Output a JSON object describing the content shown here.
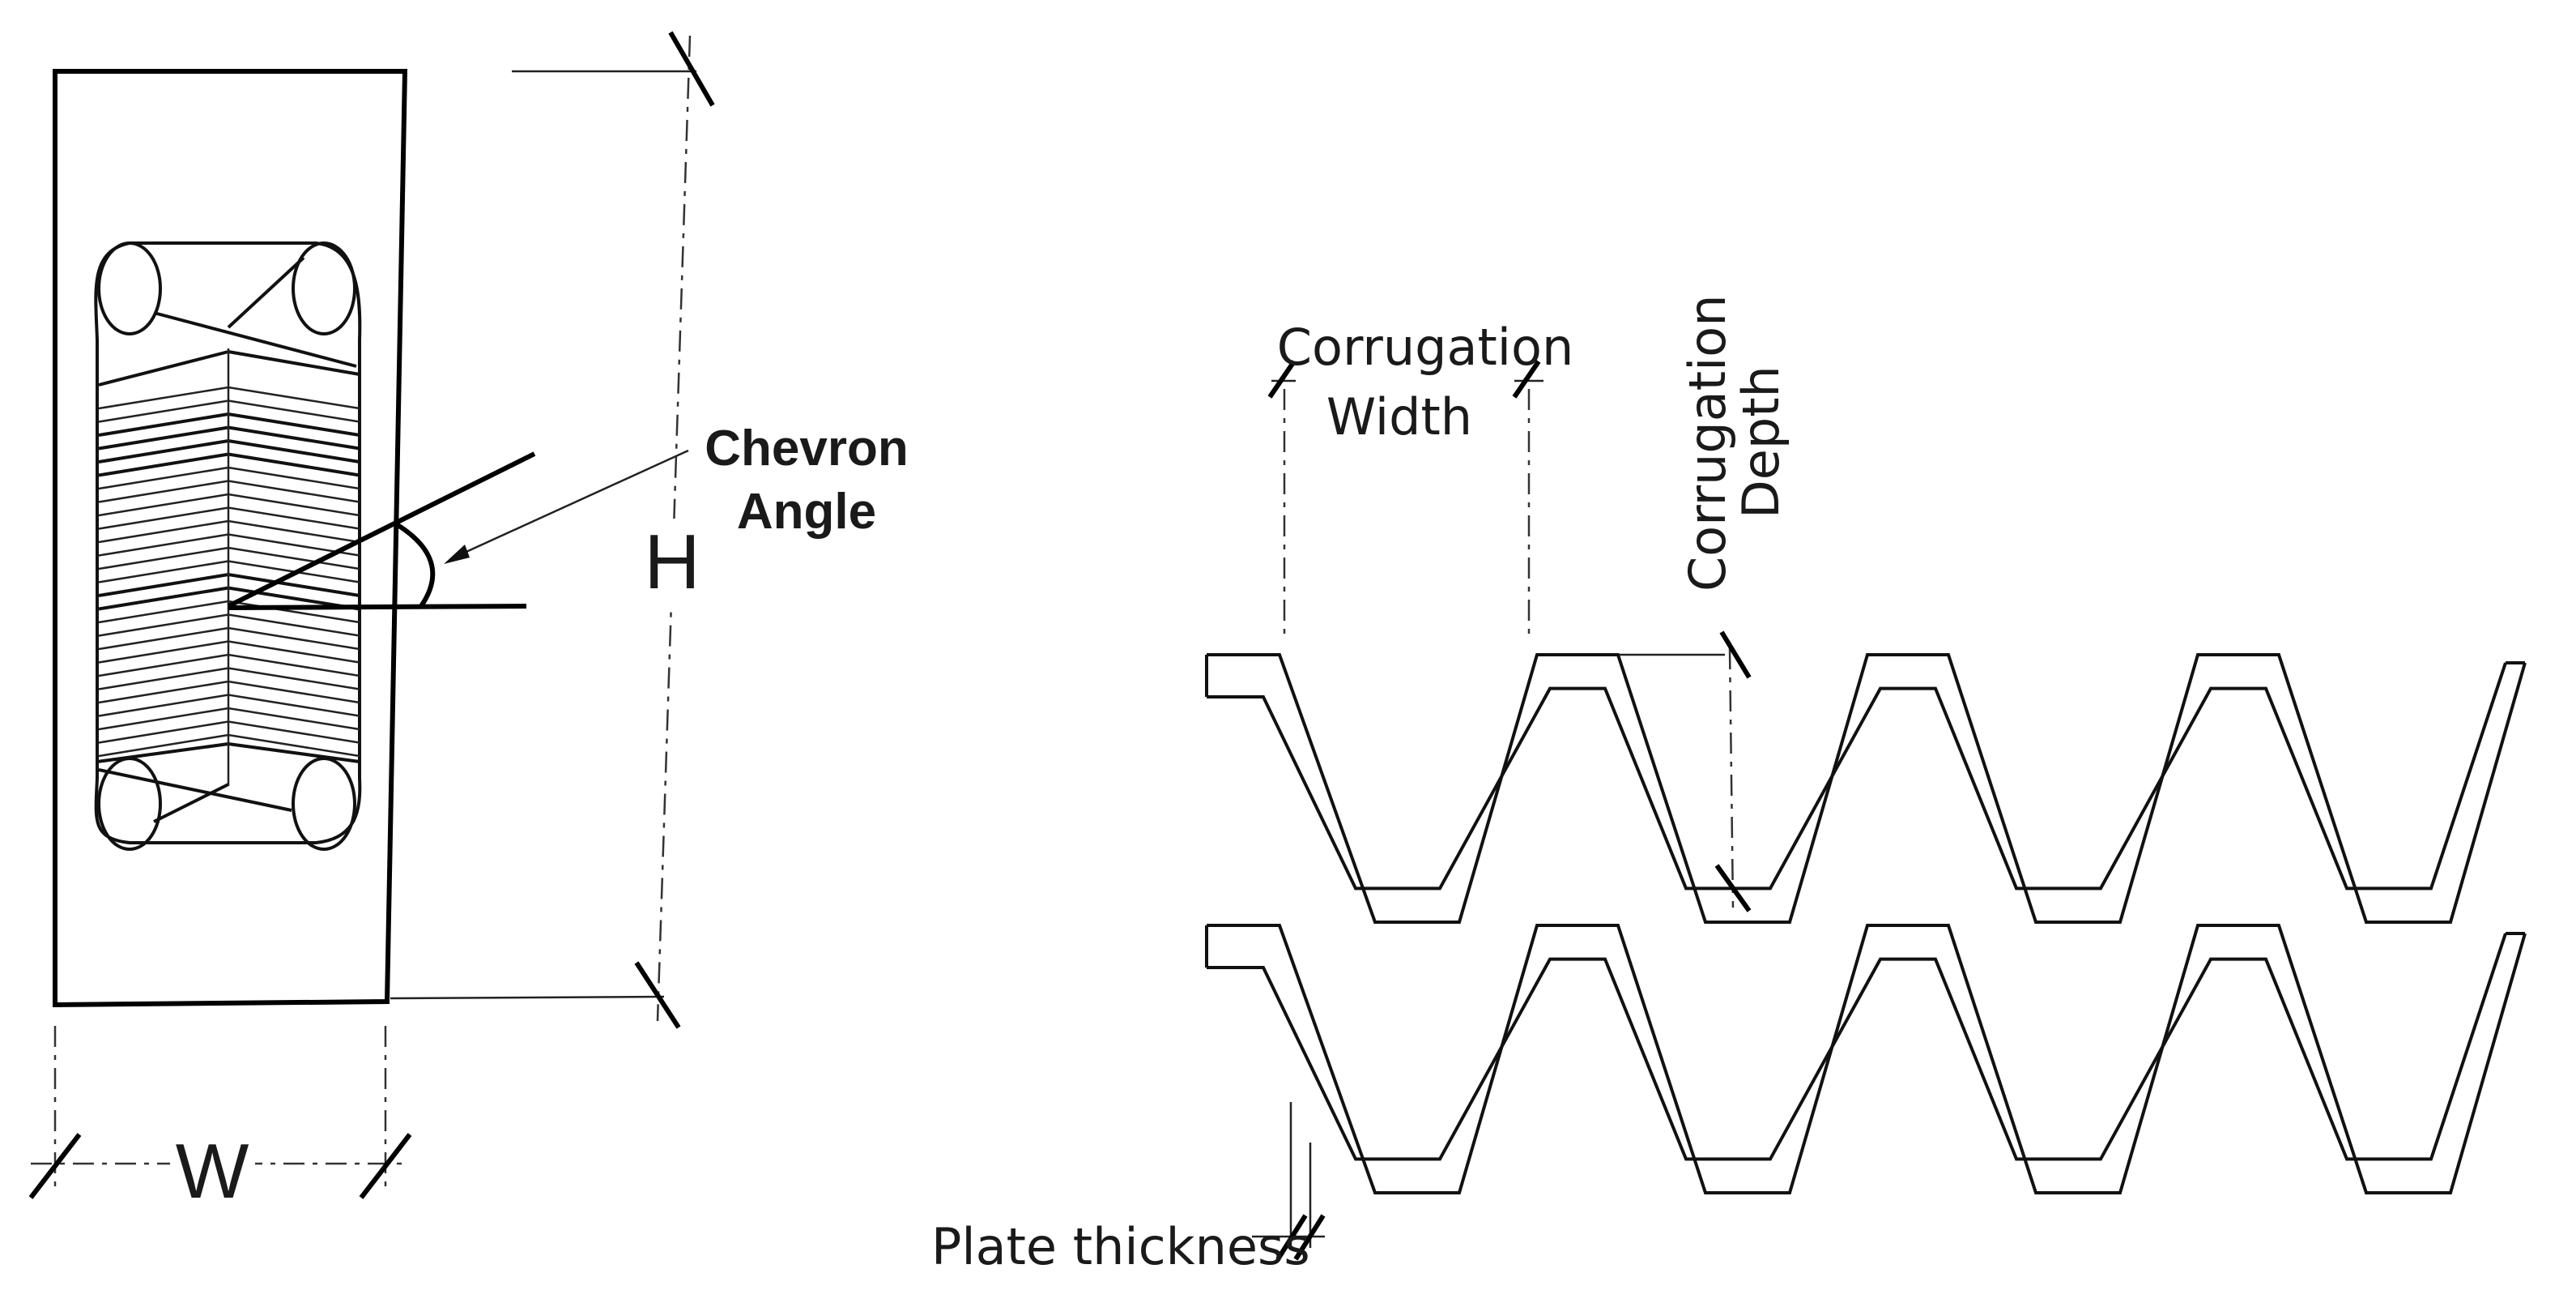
{
  "plate_labels": {
    "chevron_angle_line1": "Chevron",
    "chevron_angle_line2": "Angle",
    "height": "H",
    "width": "W"
  },
  "corrugation_labels": {
    "width_line1": "Corrugation",
    "width_line2": "Width",
    "depth_line1": "Corrugation",
    "depth_line2": "Depth",
    "plate_thickness": "Plate thickness"
  },
  "colors": {
    "line": "#111111",
    "background": "#ffffff"
  }
}
